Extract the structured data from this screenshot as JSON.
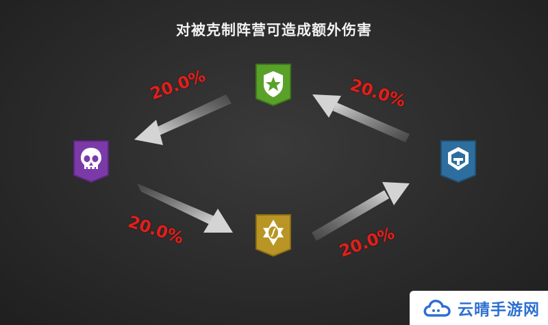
{
  "title": "对被克制阵营可造成额外伤害",
  "factions": [
    {
      "icon": "shield-star-icon",
      "color": "#5aa12a"
    },
    {
      "icon": "skull-icon",
      "color": "#7b3aa8"
    },
    {
      "icon": "eye-triangle-icon",
      "color": "#b89524"
    },
    {
      "icon": "helmet-icon",
      "color": "#2d6e9e"
    }
  ],
  "arrows": [
    {
      "from": "shield-star-icon",
      "to": "skull-icon",
      "label": "20.0%"
    },
    {
      "from": "skull-icon",
      "to": "eye-triangle-icon",
      "label": "20.0%"
    },
    {
      "from": "eye-triangle-icon",
      "to": "helmet-icon",
      "label": "20.0%"
    },
    {
      "from": "helmet-icon",
      "to": "shield-star-icon",
      "label": "20.0%"
    }
  ],
  "watermark": {
    "text": "云晴手游网",
    "icon": "cloud-icon",
    "color": "#2c6fd1"
  }
}
